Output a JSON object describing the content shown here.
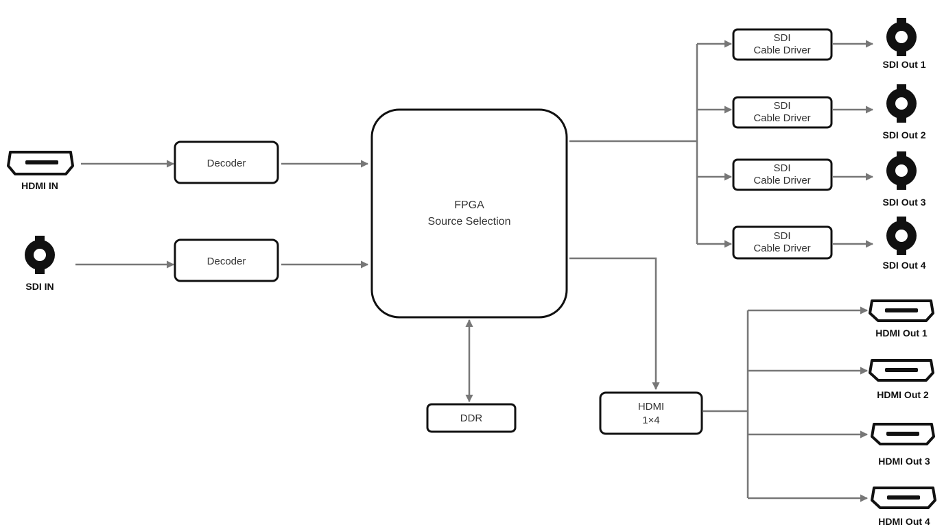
{
  "inputs": {
    "hdmi_in": "HDMI IN",
    "sdi_in": "SDI IN"
  },
  "decoders": [
    "Decoder",
    "Decoder"
  ],
  "fpga": {
    "line1": "FPGA",
    "line2": "Source Selection"
  },
  "ddr": "DDR",
  "hdmi_splitter": {
    "line1": "HDMI",
    "line2": "1×4"
  },
  "sdi_drivers": [
    {
      "line1": "SDI",
      "line2": "Cable Driver"
    },
    {
      "line1": "SDI",
      "line2": "Cable Driver"
    },
    {
      "line1": "SDI",
      "line2": "Cable Driver"
    },
    {
      "line1": "SDI",
      "line2": "Cable Driver"
    }
  ],
  "sdi_outputs": [
    "SDI Out 1",
    "SDI Out 2",
    "SDI Out 3",
    "SDI Out 4"
  ],
  "hdmi_outputs": [
    "HDMI Out 1",
    "HDMI Out 2",
    "HDMI Out 3",
    "HDMI Out 4"
  ],
  "colors": {
    "wire": "#777777",
    "border": "#111111",
    "text": "#333333"
  },
  "icons": {
    "hdmi": "hdmi-port-icon",
    "sdi": "bnc-connector-icon"
  }
}
